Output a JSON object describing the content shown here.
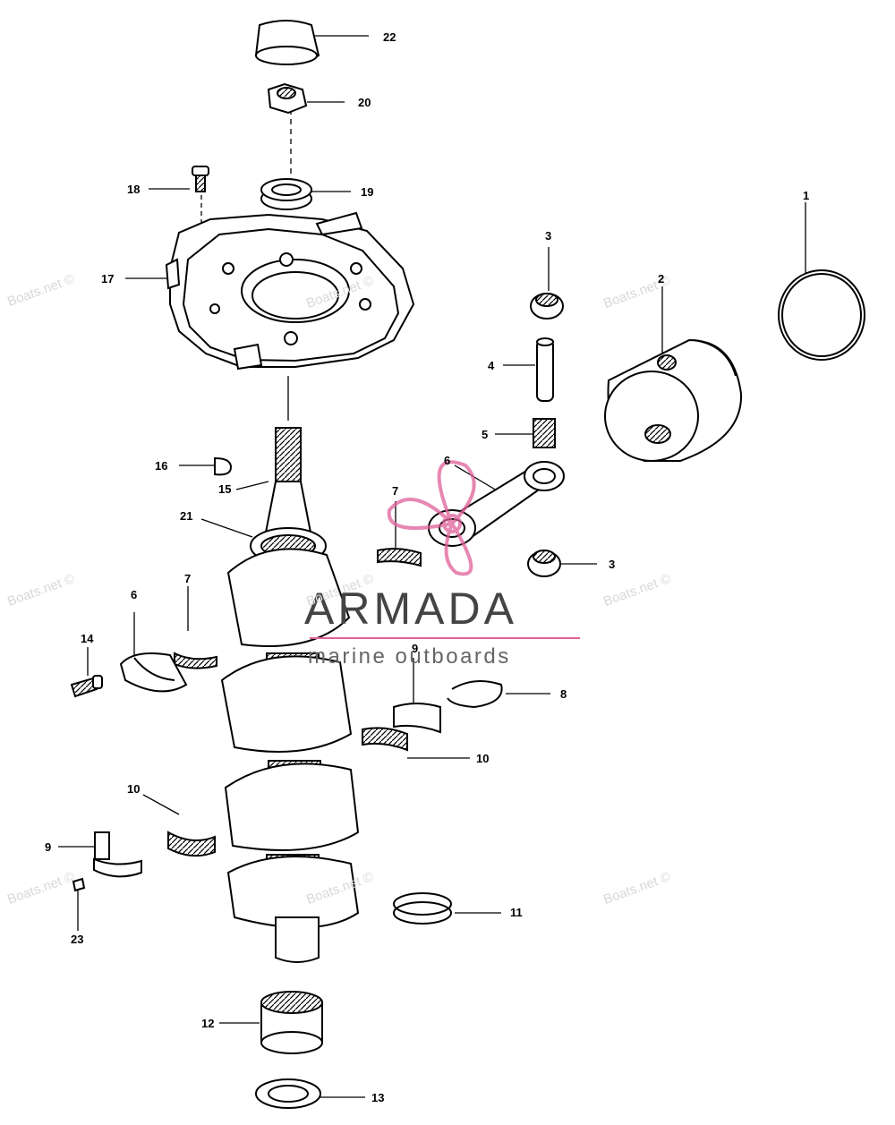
{
  "watermark": {
    "text": "Boats.net ©",
    "color": "#d8d8d8"
  },
  "logo": {
    "name": "ARMADA",
    "tagline": "marine outboards",
    "accent_color": "#e0609a"
  },
  "callouts": [
    "1",
    "2",
    "3",
    "3",
    "4",
    "5",
    "6",
    "6",
    "7",
    "7",
    "8",
    "9",
    "9",
    "10",
    "10",
    "11",
    "12",
    "13",
    "14",
    "15",
    "16",
    "17",
    "18",
    "19",
    "20",
    "21",
    "22",
    "23"
  ]
}
